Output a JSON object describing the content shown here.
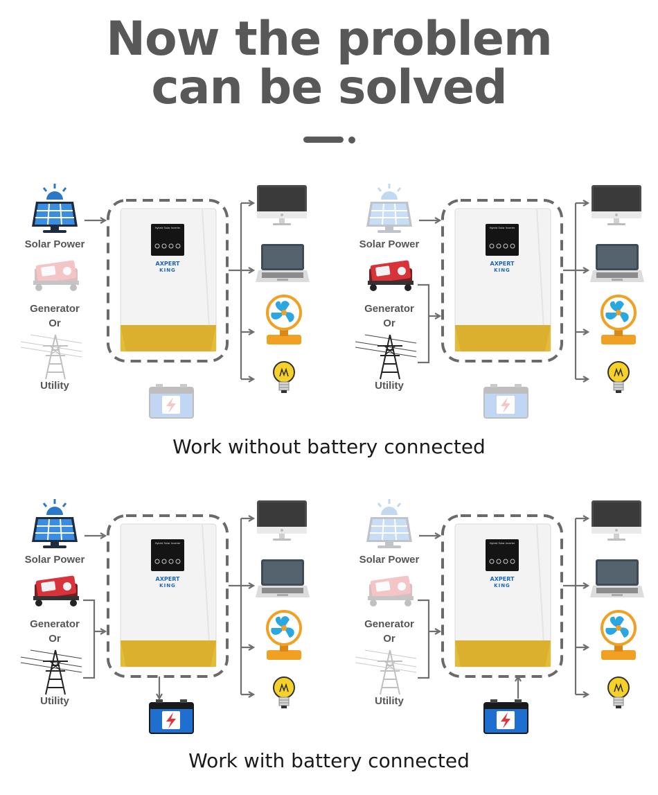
{
  "headline": {
    "line1": "Now the problem",
    "line2": "can be solved"
  },
  "labels": {
    "solar": "Solar Power",
    "generator": "Generator",
    "or": "Or",
    "utility": "Utility"
  },
  "captions": {
    "without_battery": "Work without battery connected",
    "with_battery": "Work with battery connected"
  },
  "inverter": {
    "screen_title": "Hybrid Solar Inverter",
    "brand_line1": "AXPERT",
    "brand_line2": "KING"
  },
  "loads": [
    "monitor-icon",
    "laptop-icon",
    "fan-icon",
    "light-bulb-icon"
  ],
  "colors": {
    "text_gray": "#585858",
    "arrow_gray": "#6f6f6f",
    "solar_blue": "#2b78c9",
    "battery_blue": "#1f6fd1",
    "generator_red": "#d8333a",
    "inverter_gold": "#e2bd3a",
    "fan_blue": "#2aa6e0",
    "bulb_yellow": "#f6d12a"
  },
  "panels": [
    {
      "id": "top-left",
      "solar_active": true,
      "generator_active": false,
      "utility_active": false,
      "battery_active": false,
      "battery_flow": "none"
    },
    {
      "id": "top-right",
      "solar_active": false,
      "generator_active": true,
      "utility_active": true,
      "battery_active": false,
      "battery_flow": "none"
    },
    {
      "id": "bottom-left",
      "solar_active": true,
      "generator_active": true,
      "utility_active": true,
      "battery_active": true,
      "battery_flow": "charge"
    },
    {
      "id": "bottom-right",
      "solar_active": false,
      "generator_active": false,
      "utility_active": false,
      "battery_active": true,
      "battery_flow": "discharge"
    }
  ]
}
